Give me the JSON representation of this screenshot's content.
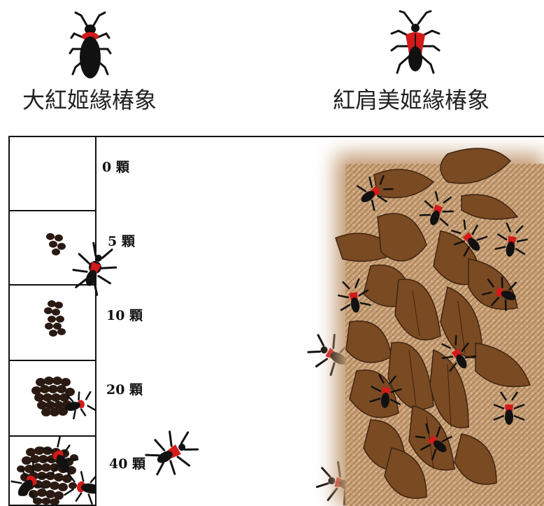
{
  "titles": {
    "left": "大紅姬緣椿象",
    "right": "紅肩美姬緣椿象"
  },
  "icons": {
    "large_bug": "black-cockroach-like-bug-icon",
    "small_bug": "red-shouldered-bug-icon",
    "egg": "dark-egg-icon",
    "leaf": "brown-leaf-icon"
  },
  "colors": {
    "bug_body": "#111111",
    "bug_red": "#d41a1a",
    "egg": "#2a1a12",
    "leaf": "#7a4a23",
    "leaf_edge": "#3d2410",
    "patch_bg": "#c9a27a"
  },
  "egg_rows": [
    {
      "label": "0 顆",
      "count": 0
    },
    {
      "label": "5 顆",
      "count": 5
    },
    {
      "label": "10 顆",
      "count": 10
    },
    {
      "label": "20 顆",
      "count": 20
    },
    {
      "label": "40 顆",
      "count": 40
    }
  ]
}
